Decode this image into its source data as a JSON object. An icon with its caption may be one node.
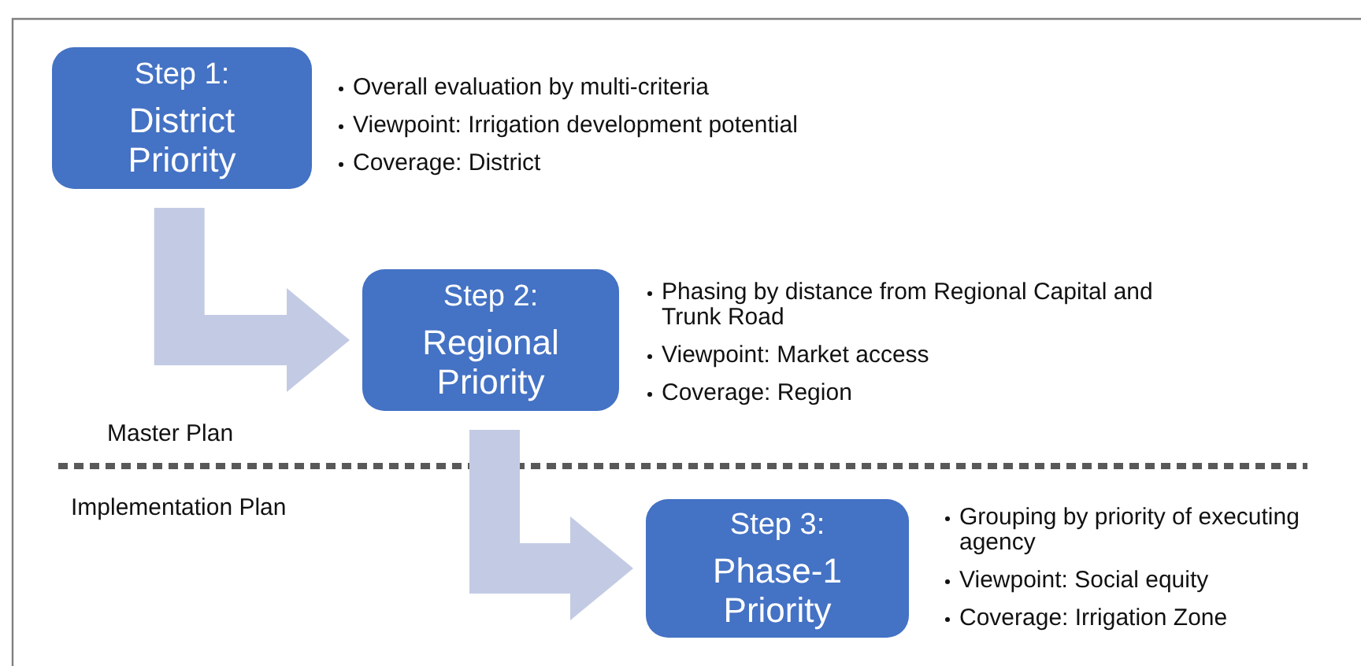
{
  "diagram": {
    "nodes": [
      {
        "text": [
          "Step 1:",
          "District Priority"
        ],
        "beside": [
          "Overall evaluation by multi-criteria",
          "Viewpoint: Irrigation development potential",
          "Coverage: District"
        ]
      },
      {
        "text": [
          "Step 2:",
          "Regional Priority"
        ],
        "beside": [
          "Phasing by distance from Regional Capital and Trunk Road",
          "Viewpoint: Market access",
          "Coverage: Region"
        ]
      },
      {
        "text": [
          "Step 3:",
          "Phase-1 Priority"
        ],
        "beside": [
          "Grouping by priority of executing agency",
          "Viewpoint: Social equity",
          "Coverage: Irrigation Zone"
        ]
      }
    ],
    "edges": [
      {
        "from": 0,
        "to": 1,
        "arrow": "to"
      },
      {
        "from": 1,
        "to": 2,
        "arrow": "to"
      }
    ],
    "labels": [
      "Master Plan",
      "Implementation Plan"
    ]
  }
}
